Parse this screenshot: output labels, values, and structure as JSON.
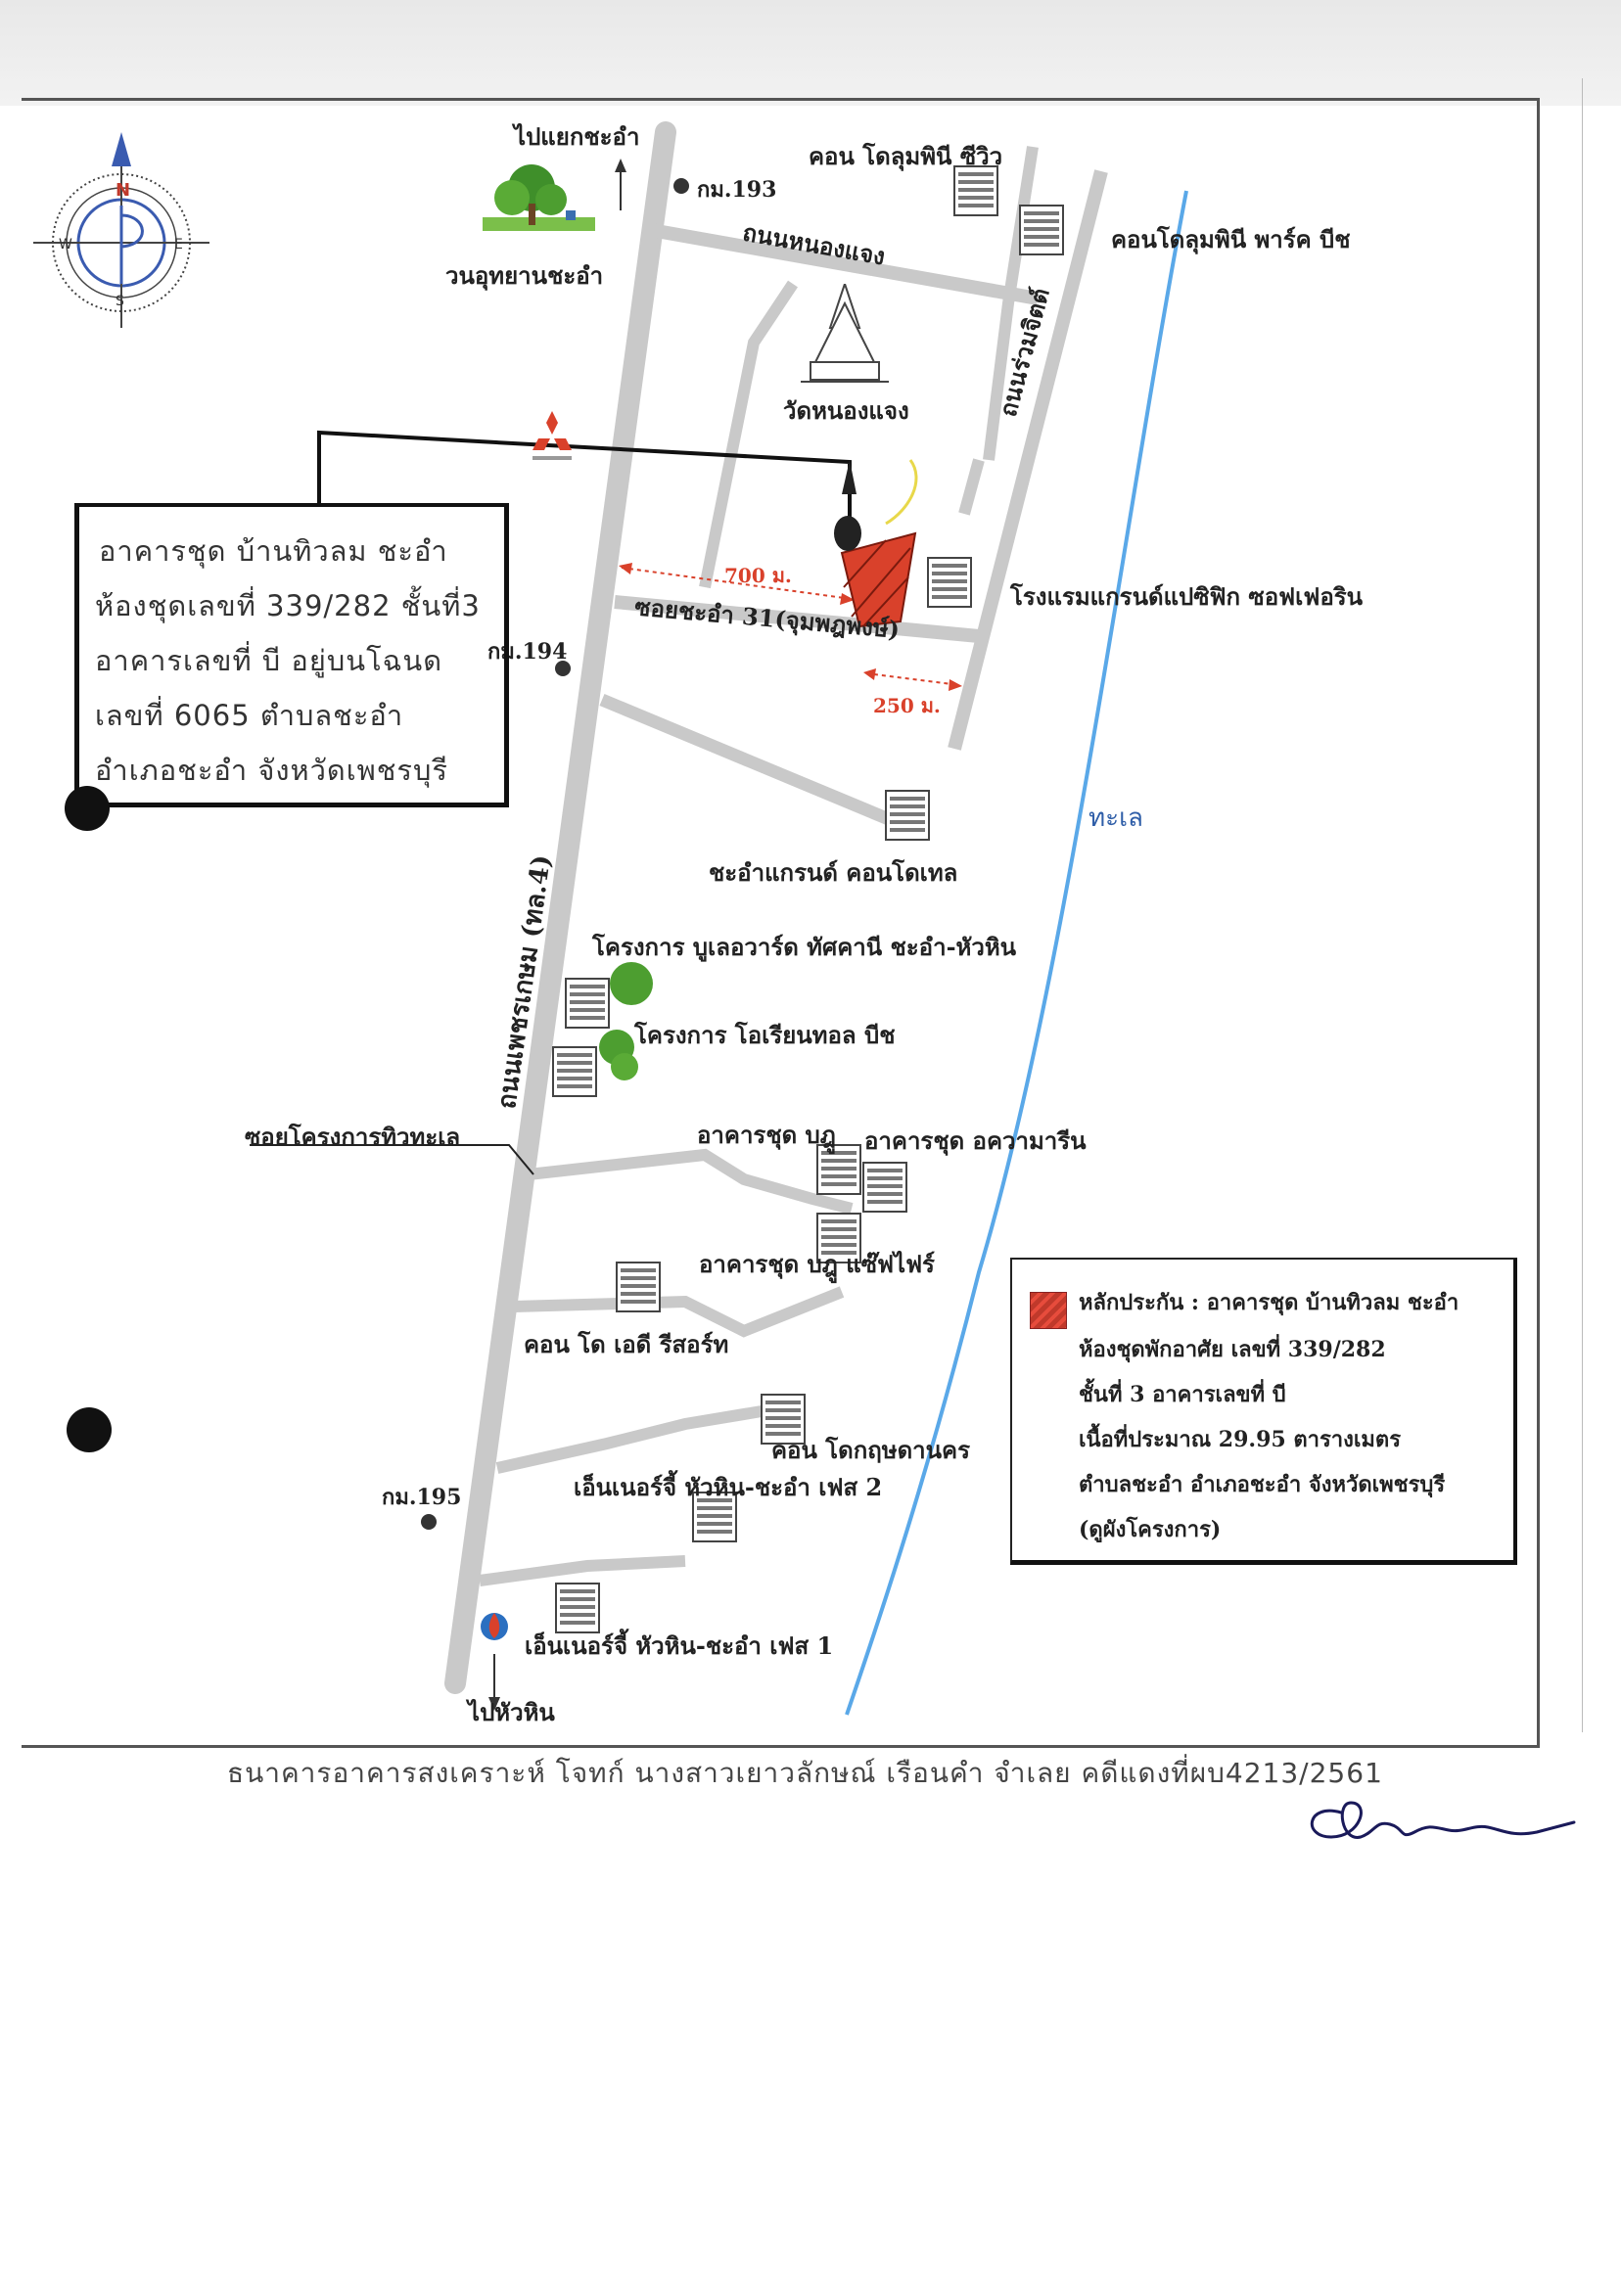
{
  "labels": {
    "to_chaam_junction": "ไปแยกชะอำ",
    "chaam_park": "วนอุทยานชะอำ",
    "km193": "กม.193",
    "km194": "กม.194",
    "km195": "กม.195",
    "nong_chaeng_road": "ถนนหนองแจง",
    "condo_lumpini_seaview": "คอน โดลุมพินี ซีวิว",
    "condo_lumpini_park_beach": "คอนโดลุมพินี พาร์ค บีช",
    "wat_nong_chaeng": "วัดหนองแจง",
    "ruam_chit_road": "ถนนร่วมจิตต์",
    "dist_700": "700 ม.",
    "dist_250": "250 ม.",
    "soi_chaam31": "ซอยชะอำ 31(จุมพฎพงษ์)",
    "grand_pacific_hotel": "โรงแรมแกรนด์แปซิฟิก ซอฟเฟอริน",
    "sea": "ทะเล",
    "chaam_grand_condotel": "ชะอำแกรนด์ คอนโดเทล",
    "boulevard_project": "โครงการ บูเลอวาร์ด ทัศคานี ชะอำ-หัวหิน",
    "oriental_project": "โครงการ โอเรียนทอล บีช",
    "phetkasem_road": "ถนนเพชรเกษม (ทล.4)",
    "soi_project_thiwthale": "ซอยโครงการทิวทะเล",
    "bagu_condo": "อาคารชุด บฎู",
    "aquamarine_condo": "อาคารชุด อความารีน",
    "bagu_seaside_condo": "อาคารชุด บฎู แซ๊ฟไฟร์",
    "ad_resort_condo": "คอน โด เอดี รีสอร์ท",
    "krisda_condo": "คอน โดกฤษดานคร",
    "energy_phase2": "เอ็นเนอร์จี้ หัวหิน-ชะอำ เฟส 2",
    "energy_phase1": "เอ็นเนอร์จี้ หัวหิน-ชะอำ เฟส 1",
    "to_hua_hin": "ไปหัวหิน"
  },
  "compass": {
    "n": "N",
    "s": "S",
    "e": "E",
    "w": "W"
  },
  "handwritten_box": {
    "line1": "อาคารชุด บ้านทิวลม ชะอำ",
    "line2": "ห้องชุดเลขที่ 339/282 ชั้นที่3",
    "line3": "อาคารเลขที่ บี อยู่บนโฉนด",
    "line4": "เลขที่ 6065 ตำบลชะอำ",
    "line5": "อำเภอชะอำ จังหวัดเพชรบุรี"
  },
  "legend": {
    "line1": "หลักประกัน : อาคารชุด บ้านทิวลม ชะอำ",
    "line2": "ห้องชุดพักอาศัย เลขที่ 339/282",
    "line3": "ชั้นที่ 3 อาคารเลขที่ บี",
    "line4": "เนื้อที่ประมาณ 29.95 ตารางเมตร",
    "line5": "ตำบลชะอำ อำเภอชะอำ จังหวัดเพชรบุรี",
    "line6": "(ดูผังโครงการ)"
  },
  "footer": {
    "case_note": "ธนาคารอาคารสงเคราะห์ โจทก์ นางสาวเยาวลักษณ์ เรือนคำ จำเลย คดีแดงที่ผบ4213/2561"
  },
  "colors": {
    "road": "#c9c9c9",
    "sea_line": "#5aa8e8",
    "collateral": "#d9412b",
    "distance_arrow": "#d9412b",
    "sea_label": "#2f5ea8",
    "compass_blue": "#3a5bb0"
  }
}
